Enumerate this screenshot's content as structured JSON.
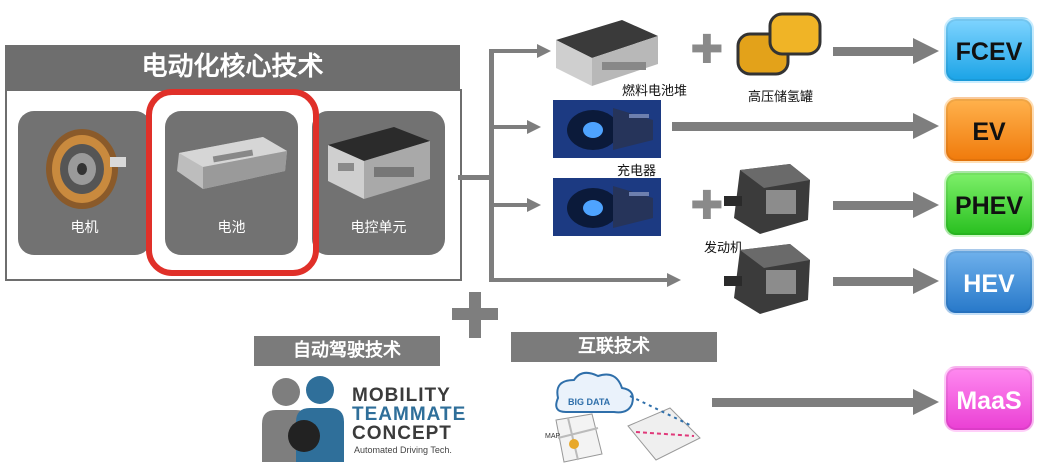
{
  "core": {
    "title": "电动化核心技术",
    "items": [
      {
        "label": "电机"
      },
      {
        "label": "电池"
      },
      {
        "label": "电控单元"
      }
    ]
  },
  "components": {
    "fuel_cell_stack": "燃料电池堆",
    "hydrogen_tank": "高压储氢罐",
    "charger": "充电器",
    "engine": "发动机"
  },
  "vehicles": [
    "FCEV",
    "EV",
    "PHEV",
    "HEV"
  ],
  "maas": "MaaS",
  "autonomous": {
    "title": "自动驾驶技术",
    "logo_lines": [
      "MOBILITY",
      "TEAMMATE",
      "CONCEPT"
    ],
    "tagline": "Automated Driving Tech."
  },
  "connected": {
    "title": "互联技术",
    "bigdata": "BIG DATA",
    "map": "MAP"
  },
  "colors": {
    "highlight": "#e03029",
    "bar": "#7e7e7e",
    "fcev": "#1aa3e6",
    "ev": "#f07a0b",
    "phev": "#28bf1f",
    "hev": "#2778c9",
    "maas": "#ea3fd4"
  }
}
